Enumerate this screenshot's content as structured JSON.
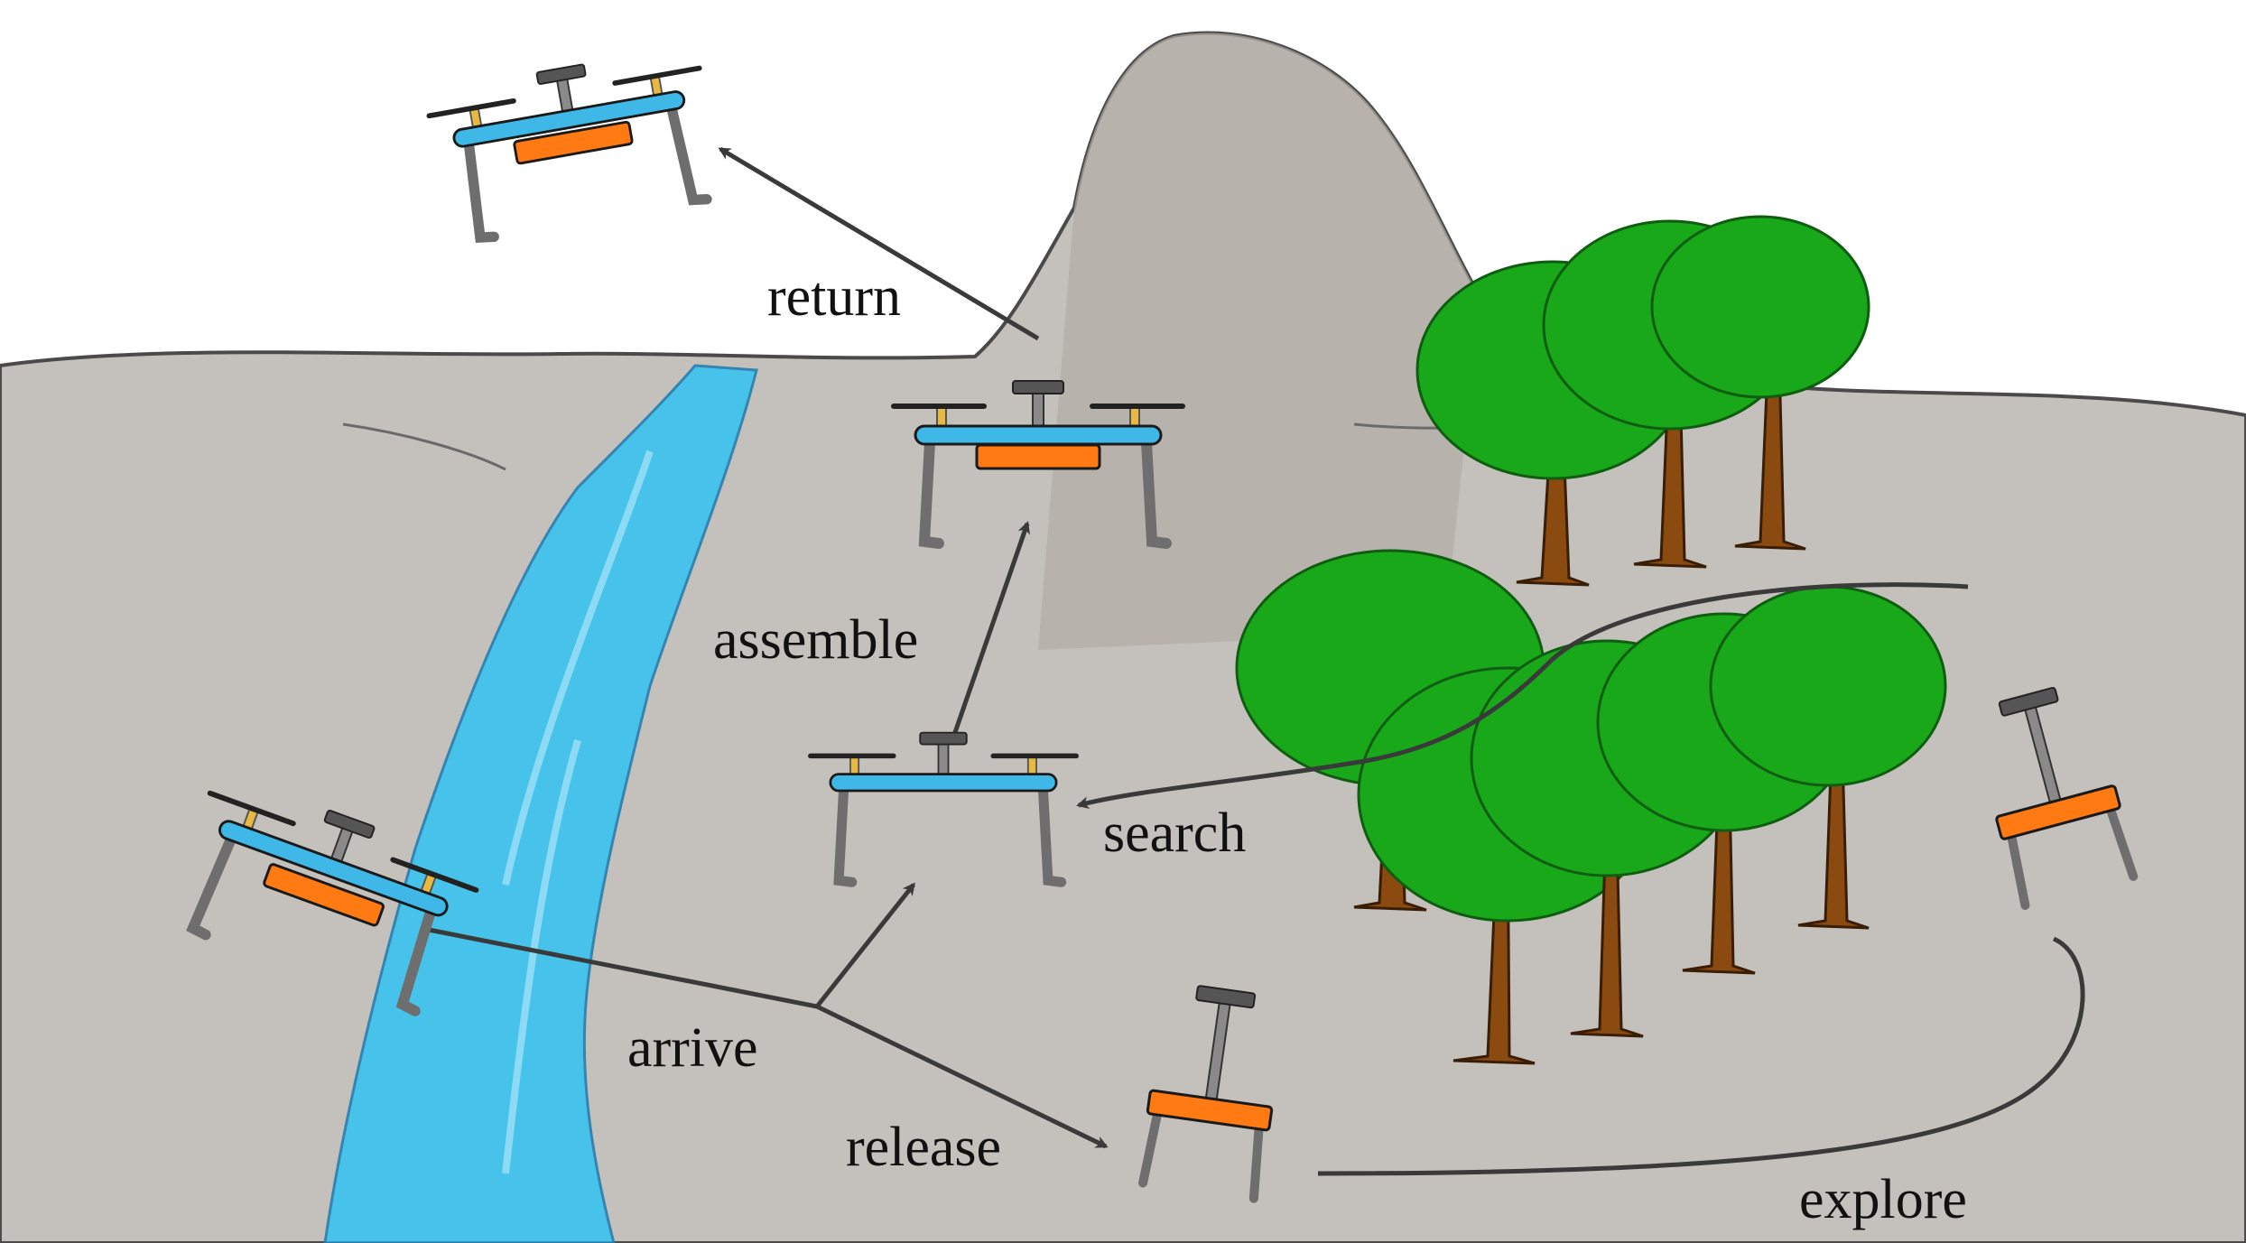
{
  "labels": {
    "return": "return",
    "assemble": "assemble",
    "search": "search",
    "arrive": "arrive",
    "release": "release",
    "explore": "explore"
  },
  "colors": {
    "sky": "#ffffff",
    "cliff": "#c4c0bc",
    "cliff_dark": "#a8a29d",
    "mountain": "#b3aca6",
    "outline": "#4a4a4a",
    "water": "#3cc3f0",
    "water_light": "#9fe0f7",
    "tree_canopy": "#19a819",
    "tree_canopy_dark": "#0f7d12",
    "tree_trunk": "#8a4a10",
    "arm_blue": "#3fb8e8",
    "body_orange": "#ff7a12",
    "leg_gray": "#6e6e6e",
    "prop_black": "#222222",
    "motor_yellow": "#e8b840",
    "arrow": "#3a3a3a"
  }
}
